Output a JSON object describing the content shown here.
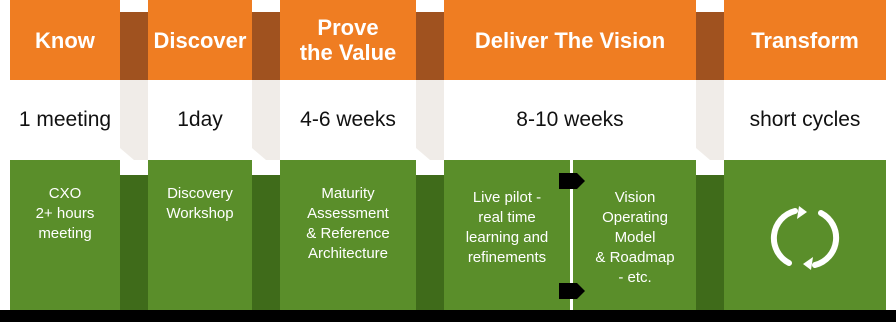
{
  "phases": [
    {
      "title": "Know",
      "duration": "1 meeting",
      "detail": "CXO\n2+ hours\nmeeting"
    },
    {
      "title": "Discover",
      "duration": "1day",
      "detail": "Discovery\nWorkshop"
    },
    {
      "title": "Prove\nthe Value",
      "duration": "4-6 weeks",
      "detail": "Maturity\nAssessment\n& Reference\nArchitecture"
    },
    {
      "title": "Deliver The Vision",
      "duration": "8-10 weeks",
      "detail_left": "Live pilot -\nreal time\nlearning and\nrefinements",
      "detail_right": "Vision\nOperating\nModel\n& Roadmap\n- etc."
    },
    {
      "title": "Transform",
      "duration": "short cycles",
      "icon": "refresh-cycle-icon"
    }
  ],
  "colors": {
    "header": "#ef7d22",
    "header_connector": "#a0521f",
    "body_green": "#5a8e2a",
    "body_connector": "#3f6b1a",
    "divider": "#000000"
  }
}
